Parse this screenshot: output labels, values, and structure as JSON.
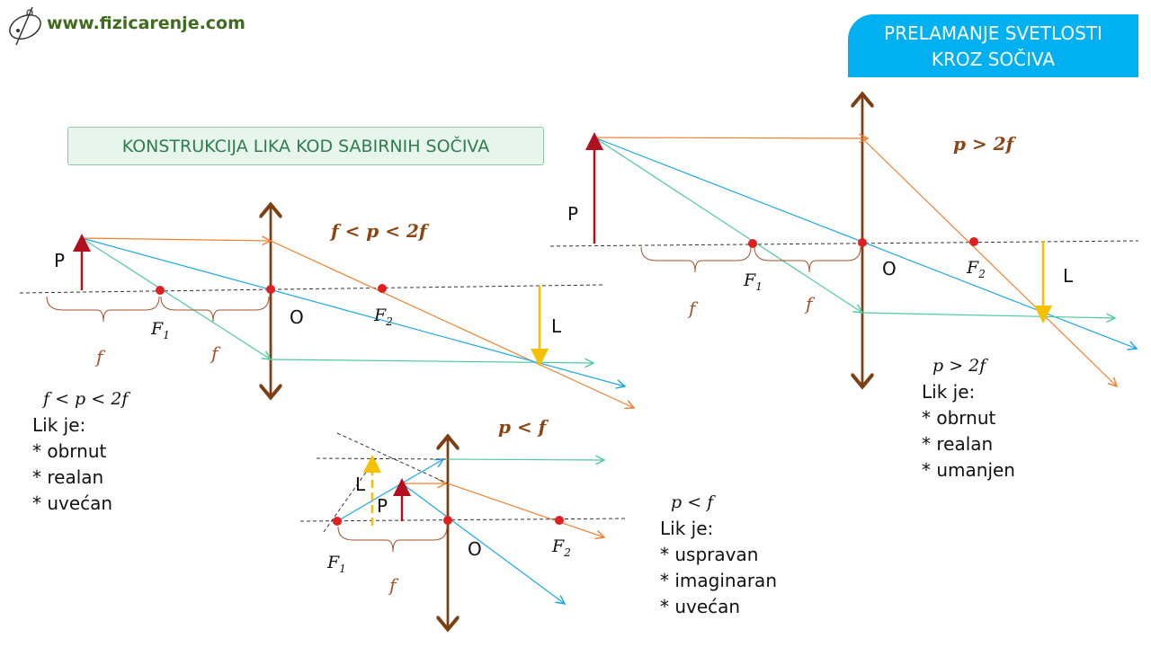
{
  "logo": {
    "text": "www.fizicarenje.com"
  },
  "header": {
    "title_line1": "PRELAMANJE SVETLOSTI",
    "title_line2": "KROZ SOČIVA"
  },
  "subtitle": "KONSTRUKCIJA LIKA KOD SABIRNIH SOČIVA",
  "panels": {
    "left": {
      "condition": "f < p < 2f",
      "object": "P",
      "image": "L",
      "center": "O",
      "focus1": "F",
      "focus2": "F",
      "focus_sub1": "1",
      "focus_sub2": "2",
      "f_label": "f",
      "note": {
        "condition": "f < p < 2f",
        "heading": "Lik je:",
        "items": [
          "* obrnut",
          "* realan",
          "* uvećan"
        ]
      }
    },
    "right": {
      "condition": "p > 2f",
      "object": "P",
      "image": "L",
      "center": "O",
      "focus1": "F",
      "focus2": "F",
      "focus_sub1": "1",
      "focus_sub2": "2",
      "f_label": "f",
      "note": {
        "condition": "p > 2f",
        "heading": "Lik je:",
        "items": [
          "* obrnut",
          "* realan",
          "* umanjen"
        ]
      }
    },
    "bottom": {
      "condition": "p < f",
      "object": "P",
      "image": "L",
      "center": "O",
      "focus1": "F",
      "focus2": "F",
      "focus_sub1": "1",
      "focus_sub2": "2",
      "f_label": "f",
      "note": {
        "condition": "p < f",
        "heading": "Lik je:",
        "items": [
          "* uspravan",
          "* imaginaran",
          "* uvećan"
        ]
      }
    }
  },
  "colors": {
    "lens": "#7b3f12",
    "object_arrow": "#b01020",
    "image_arrow": "#f5c000",
    "focus_dot": "#e02020",
    "ray_parallel": "#f08030",
    "ray_center": "#1aa8e0",
    "ray_focal": "#50c8a0",
    "bracket": "#a0522d",
    "condition_text": "#8b4513",
    "header_bg": "#00b0f0"
  }
}
